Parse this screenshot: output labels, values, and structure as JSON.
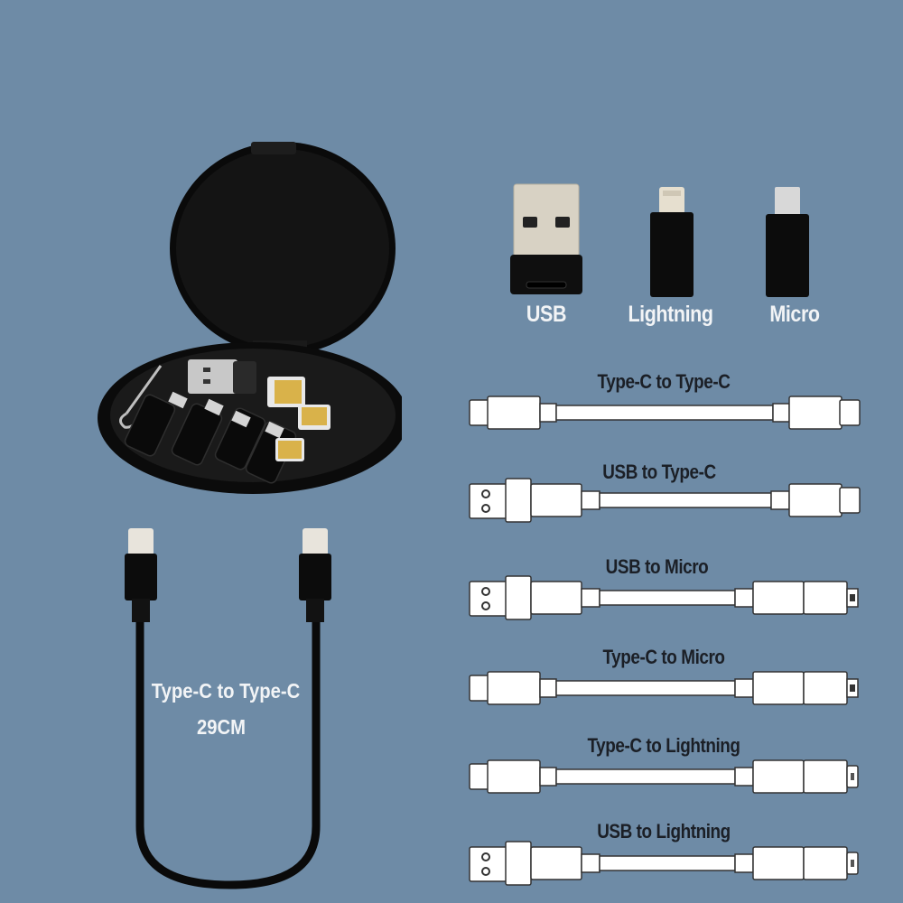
{
  "colors": {
    "background": "#6e8ba6",
    "dark_text": "#1b1f26",
    "light_text": "#f2f4f6",
    "case_black": "#0d0d0d",
    "sim_gold": "#d9b24a"
  },
  "storage_case": {
    "description": "Open round black storage case with adapters, SIM cards and pin"
  },
  "adapters": [
    {
      "label": "USB",
      "icon": "usb-adapter-icon"
    },
    {
      "label": "Lightning",
      "icon": "lightning-adapter-icon"
    },
    {
      "label": "Micro",
      "icon": "micro-adapter-icon"
    }
  ],
  "main_cable": {
    "title": "Type-C to Type-C",
    "length": "29CM"
  },
  "cables": [
    {
      "label": "Type-C to Type-C",
      "left": "typec",
      "right": "typec"
    },
    {
      "label": "USB to Type-C",
      "left": "usb",
      "right": "typec"
    },
    {
      "label": "USB to Micro",
      "left": "usb",
      "right": "micro"
    },
    {
      "label": "Type-C to Micro",
      "left": "typec",
      "right": "micro"
    },
    {
      "label": "Type-C to Lightning",
      "left": "typec",
      "right": "lightning"
    },
    {
      "label": "USB to Lightning",
      "left": "usb",
      "right": "lightning"
    }
  ]
}
